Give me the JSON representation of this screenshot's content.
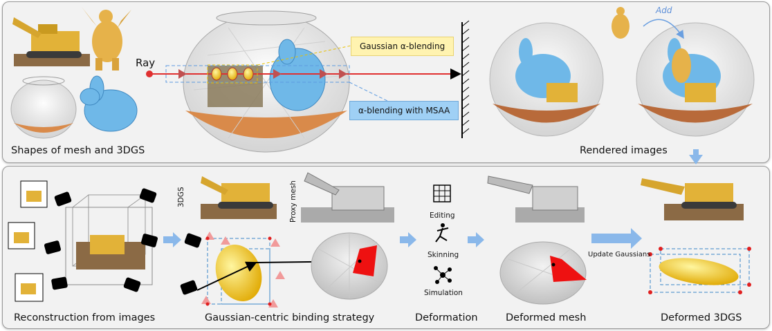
{
  "top_panel": {
    "caption_left": "Shapes of mesh and 3DGS",
    "caption_right": "Rendered images",
    "ray_label": "Ray",
    "gaussian_blend_label": "Gaussian α-blending",
    "msaa_label": "α-blending with MSAA",
    "add_label": "Add"
  },
  "bottom_panel": {
    "caption_reconstruction": "Reconstruction from images",
    "caption_binding": "Gaussian-centric binding strategy",
    "caption_deformation": "Deformation",
    "caption_deformed_mesh": "Deformed mesh",
    "caption_deformed_3dgs": "Deformed 3DGS",
    "label_3dgs": "3DGS",
    "label_proxy_mesh": "Proxy mesh",
    "deform_ops": [
      "Editing",
      "Skinning",
      "Simulation"
    ],
    "update_label": "Update Gaussians"
  },
  "colors": {
    "panel_bg": "#f2f2f2",
    "yellow_box": "#fff3b0",
    "blue_box": "#9fd0f5",
    "ray_red": "#e03030",
    "arrow_blue": "#8ab8ea",
    "red_triangle": "#ee1111",
    "gaussian_yellow": "#f2c300",
    "bunny_blue": "#6fb8e8",
    "soil_orange": "#d98a4a"
  }
}
